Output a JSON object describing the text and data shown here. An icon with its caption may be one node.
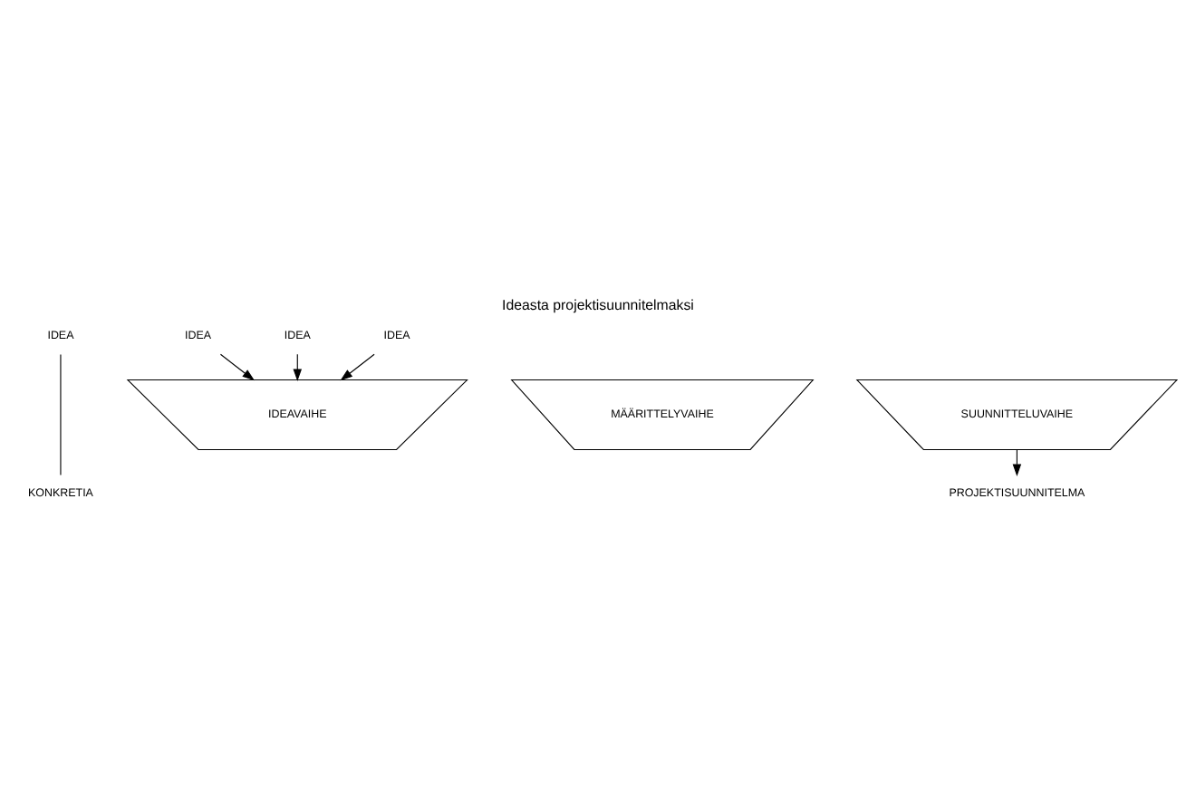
{
  "diagram": {
    "title": "Ideasta projektisuunnitelmaksi",
    "nodes": [
      {
        "text": [
          "IDEA"
        ]
      },
      {
        "text": [
          "KONKRETIA"
        ]
      },
      {
        "text": [
          "IDEA"
        ]
      },
      {
        "text": [
          "IDEA"
        ]
      },
      {
        "text": [
          "IDEA"
        ]
      },
      {
        "text": [
          "IDEAVAIHE"
        ]
      },
      {
        "text": [
          "MÄÄRITTELYVAIHE"
        ]
      },
      {
        "text": [
          "SUUNNITTELUVAIHE"
        ]
      },
      {
        "text": [
          "PROJEKTISUUNNITELMA"
        ]
      }
    ],
    "edges": [
      {
        "from": 0,
        "to": 1,
        "arrow": "none"
      },
      {
        "from": 2,
        "to": 5,
        "arrow": "to"
      },
      {
        "from": 3,
        "to": 5,
        "arrow": "to"
      },
      {
        "from": 4,
        "to": 5,
        "arrow": "to"
      },
      {
        "from": 7,
        "to": 8,
        "arrow": "to"
      }
    ]
  }
}
